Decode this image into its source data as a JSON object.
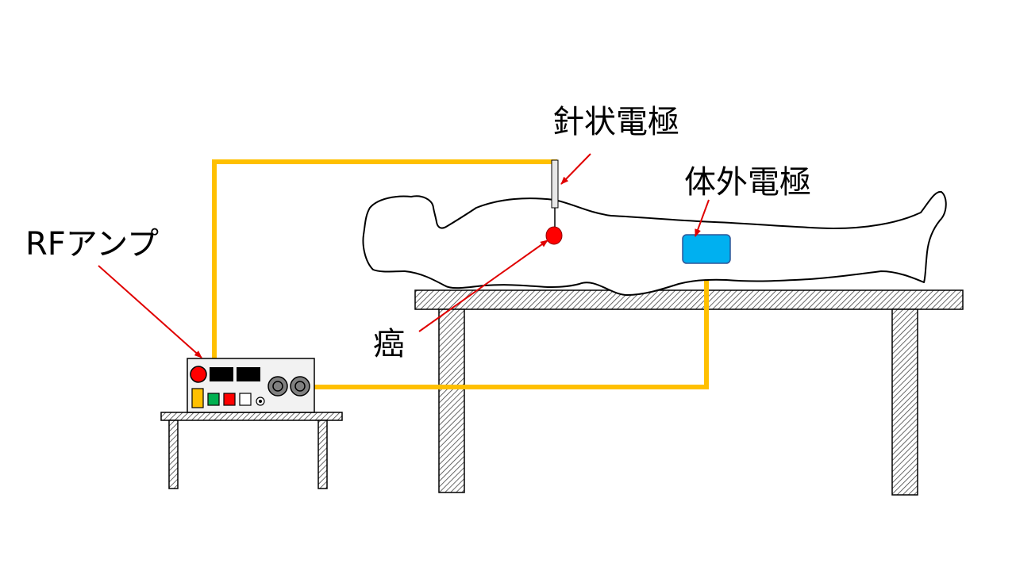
{
  "labels": {
    "rf_amp": "RFアンプ",
    "needle_electrode": "針状電極",
    "external_electrode": "体外電極",
    "cancer": "癌"
  },
  "colors": {
    "wire": "#FFC000",
    "arrow": "#E00000",
    "tumor": "#FF0000",
    "external_electrode": "#00B0F0",
    "panel_yellow": "#FFC000",
    "panel_green": "#00B050",
    "panel_red": "#FF0000",
    "outline": "#000000"
  },
  "icons": {
    "rf_amp": "rf-amplifier-device",
    "patient": "patient-outline",
    "bed": "hatched-table",
    "stand": "hatched-stand"
  }
}
